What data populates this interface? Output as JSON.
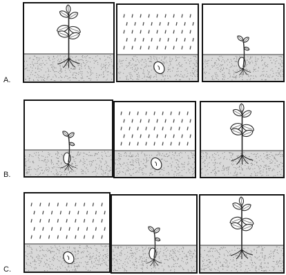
{
  "rows": [
    {
      "label": "A.",
      "panels": [
        {
          "scene": "grown-plant"
        },
        {
          "scene": "rain-seed"
        },
        {
          "scene": "sprout"
        }
      ]
    },
    {
      "label": "B.",
      "panels": [
        {
          "scene": "sprout"
        },
        {
          "scene": "rain-seed"
        },
        {
          "scene": "grown-plant"
        }
      ]
    },
    {
      "label": "C.",
      "panels": [
        {
          "scene": "rain-seed"
        },
        {
          "scene": "sprout"
        },
        {
          "scene": "grown-plant"
        }
      ]
    }
  ]
}
